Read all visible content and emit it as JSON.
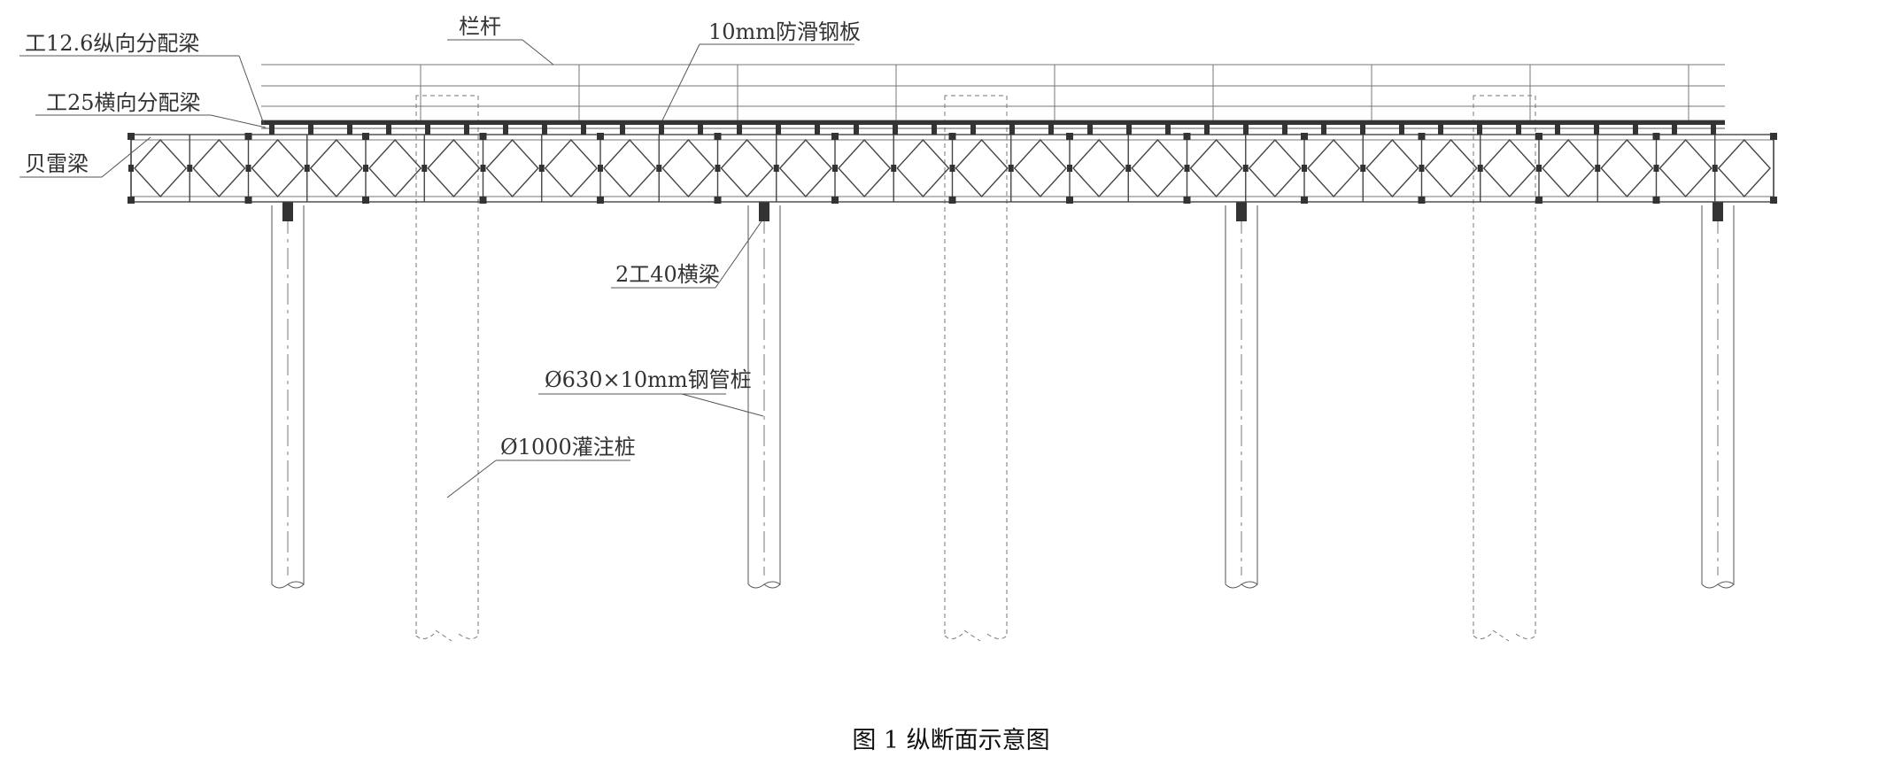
{
  "labels": {
    "railing": "栏杆",
    "anti_slip_plate": "10mm防滑钢板",
    "longitudinal_beam": "工12.6纵向分配梁",
    "transverse_beam": "工25横向分配梁",
    "bailey_beam": "贝雷梁",
    "cross_beam": "2工40横梁",
    "steel_pipe_pile": "Ø630×10mm钢管桩",
    "bored_pile": "Ø1000灌注桩"
  },
  "caption": "图 1 纵断面示意图",
  "colors": {
    "line": "#555555",
    "text": "#333333",
    "background": "#ffffff"
  }
}
